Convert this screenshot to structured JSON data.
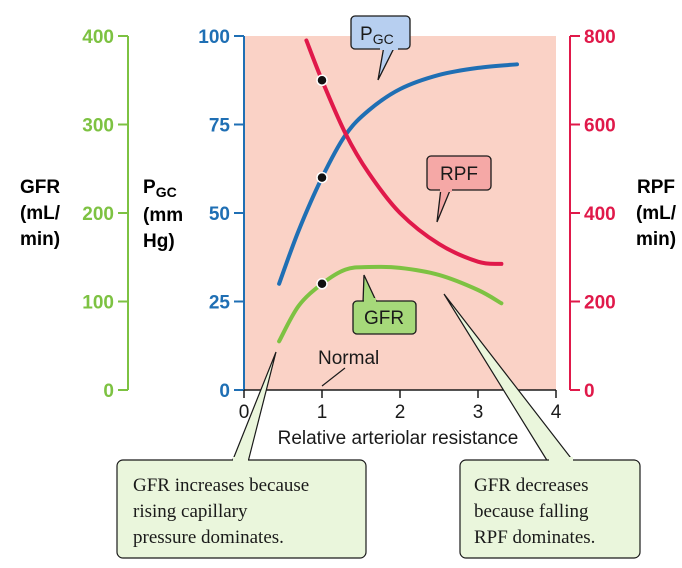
{
  "chart_data": {
    "type": "line",
    "xlabel": "Relative arteriolar resistance",
    "x_ticks": [
      "0",
      "1",
      "2",
      "3",
      "4"
    ],
    "xlim": [
      0,
      4
    ],
    "axes": {
      "gfr": {
        "label_lines": [
          "GFR",
          "(mL/",
          "min)"
        ],
        "ticks": [
          "0",
          "100",
          "200",
          "300",
          "400"
        ],
        "ylim": [
          0,
          400
        ],
        "color": "#7dc242"
      },
      "pgc": {
        "label_main": "P",
        "label_sub": "GC",
        "label_lines": [
          "(mm",
          "Hg)"
        ],
        "ticks": [
          "0",
          "25",
          "50",
          "75",
          "100"
        ],
        "ylim": [
          0,
          100
        ],
        "color": "#1f6fb4"
      },
      "rpf": {
        "label_lines": [
          "RPF",
          "(mL/",
          "min)"
        ],
        "ticks": [
          "0",
          "200",
          "400",
          "600",
          "800"
        ],
        "ylim": [
          0,
          800
        ],
        "color": "#e0194a"
      }
    },
    "series": [
      {
        "name": "P",
        "name_sub": "GC",
        "axis": "pgc",
        "color": "#1f6fb4",
        "x": [
          0.45,
          0.7,
          1.0,
          1.3,
          1.6,
          2.0,
          2.5,
          3.0,
          3.5
        ],
        "y": [
          30,
          45,
          60,
          72,
          79,
          85,
          89,
          91,
          92
        ]
      },
      {
        "name": "RPF",
        "axis": "rpf",
        "color": "#e0194a",
        "x": [
          0.8,
          1.0,
          1.3,
          1.6,
          2.0,
          2.5,
          3.0,
          3.3
        ],
        "y": [
          790,
          700,
          580,
          490,
          400,
          330,
          290,
          285
        ]
      },
      {
        "name": "GFR",
        "axis": "gfr",
        "color": "#7dc242",
        "x": [
          0.45,
          0.7,
          1.0,
          1.3,
          1.6,
          2.0,
          2.5,
          3.0,
          3.3
        ],
        "y": [
          55,
          95,
          120,
          136,
          139,
          138,
          130,
          113,
          98
        ]
      }
    ],
    "points_at_normal": [
      {
        "axis": "pgc",
        "x": 1,
        "y": 60
      },
      {
        "axis": "rpf",
        "x": 1,
        "y": 700
      },
      {
        "axis": "gfr",
        "x": 1,
        "y": 120
      }
    ],
    "normal_label": "Normal",
    "callouts": [
      {
        "lines": [
          "GFR increases because",
          "rising capillary",
          "pressure dominates."
        ]
      },
      {
        "lines": [
          "GFR decreases",
          "because falling",
          "RPF dominates."
        ]
      }
    ],
    "plot_bg": "#fad2c6",
    "callout_bg": "#eaf6dc",
    "grid": false
  }
}
